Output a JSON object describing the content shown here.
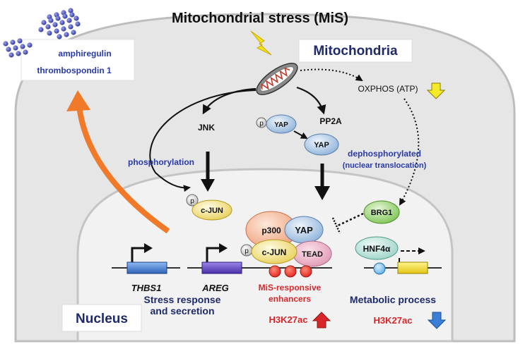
{
  "title": "Mitochondrial stress (MiS)",
  "mitochondria_label": "Mitochondria",
  "nucleus_label": "Nucleus",
  "secreted": {
    "line1": "amphiregulin",
    "line2": "thrombospondin 1"
  },
  "pathway": {
    "jnk": "JNK",
    "pp2a": "PP2A",
    "oxphos": "OXPHOS (ATP)",
    "phosphorylation": "phosphorylation",
    "dephos_line1": "dephosphorylated",
    "dephos_line2": "(nuclear translocation)"
  },
  "proteins": {
    "p": "p",
    "yap": "YAP",
    "cjun": "c-JUN",
    "p300": "p300",
    "tead": "TEAD",
    "brg1": "BRG1",
    "hnf4a": "HNF4α"
  },
  "genes": {
    "thbs1": "THBS1",
    "areg": "AREG"
  },
  "labels": {
    "stress_line1": "Stress response",
    "stress_line2": "and secretion",
    "mis_line1": "MiS-responsive",
    "mis_line2": "enhancers",
    "h3k27ac": "H3K27ac",
    "metabolic": "Metabolic process"
  },
  "colors": {
    "cell_fill": "#e6e6e6",
    "nucleus_fill": "#f2f2f2",
    "navy": "#1f2a6b",
    "blue_text": "#2a3aa8",
    "red_text": "#d8262b",
    "orange_arrow": "#f07a2a",
    "up_arrow": "#d8262b",
    "down_arrow": "#3a7fd5",
    "oxphos_arrow": "#f4ea2a"
  }
}
